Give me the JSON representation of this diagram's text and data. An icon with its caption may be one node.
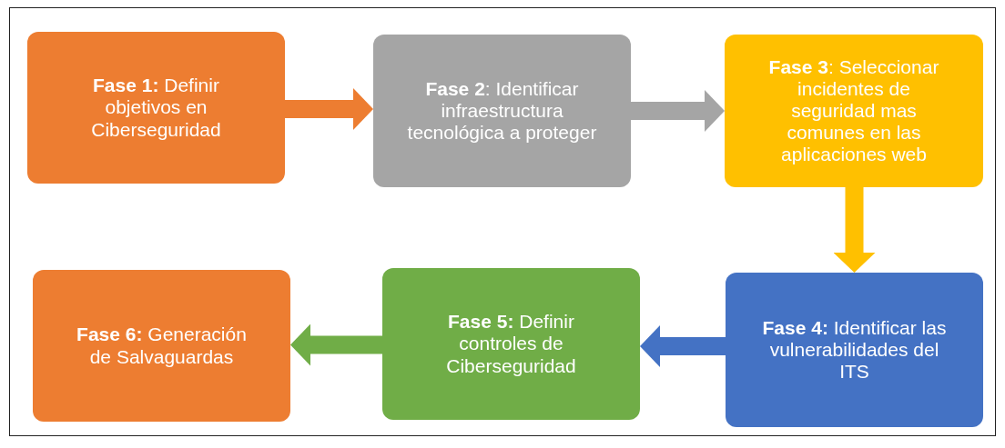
{
  "diagram": {
    "nodes": [
      {
        "text": [
          "**Fase 1:** Definir objetivos en Ciberseguridad"
        ]
      },
      {
        "text": [
          "**Fase 2**: Identificar infraestructura tecnológica a proteger"
        ]
      },
      {
        "text": [
          "**Fase 3**: Seleccionar incidentes de seguridad mas comunes en las aplicaciones web"
        ]
      },
      {
        "text": [
          "**Fase 4:** Identificar las vulnerabilidades del ITS"
        ]
      },
      {
        "text": [
          "**Fase 5:** Definir controles de Ciberseguridad"
        ]
      },
      {
        "text": [
          "**Fase 6:** Generación de Salvaguardas"
        ]
      }
    ],
    "edges": [
      {
        "from": 0,
        "to": 1,
        "arrow": "to",
        "color": "#ed7d31"
      },
      {
        "from": 1,
        "to": 2,
        "arrow": "to",
        "color": "#a5a5a5"
      },
      {
        "from": 2,
        "to": 3,
        "arrow": "to",
        "color": "#ffc000"
      },
      {
        "from": 3,
        "to": 4,
        "arrow": "to",
        "color": "#4472c4"
      },
      {
        "from": 4,
        "to": 5,
        "arrow": "to",
        "color": "#70ad47"
      }
    ]
  }
}
